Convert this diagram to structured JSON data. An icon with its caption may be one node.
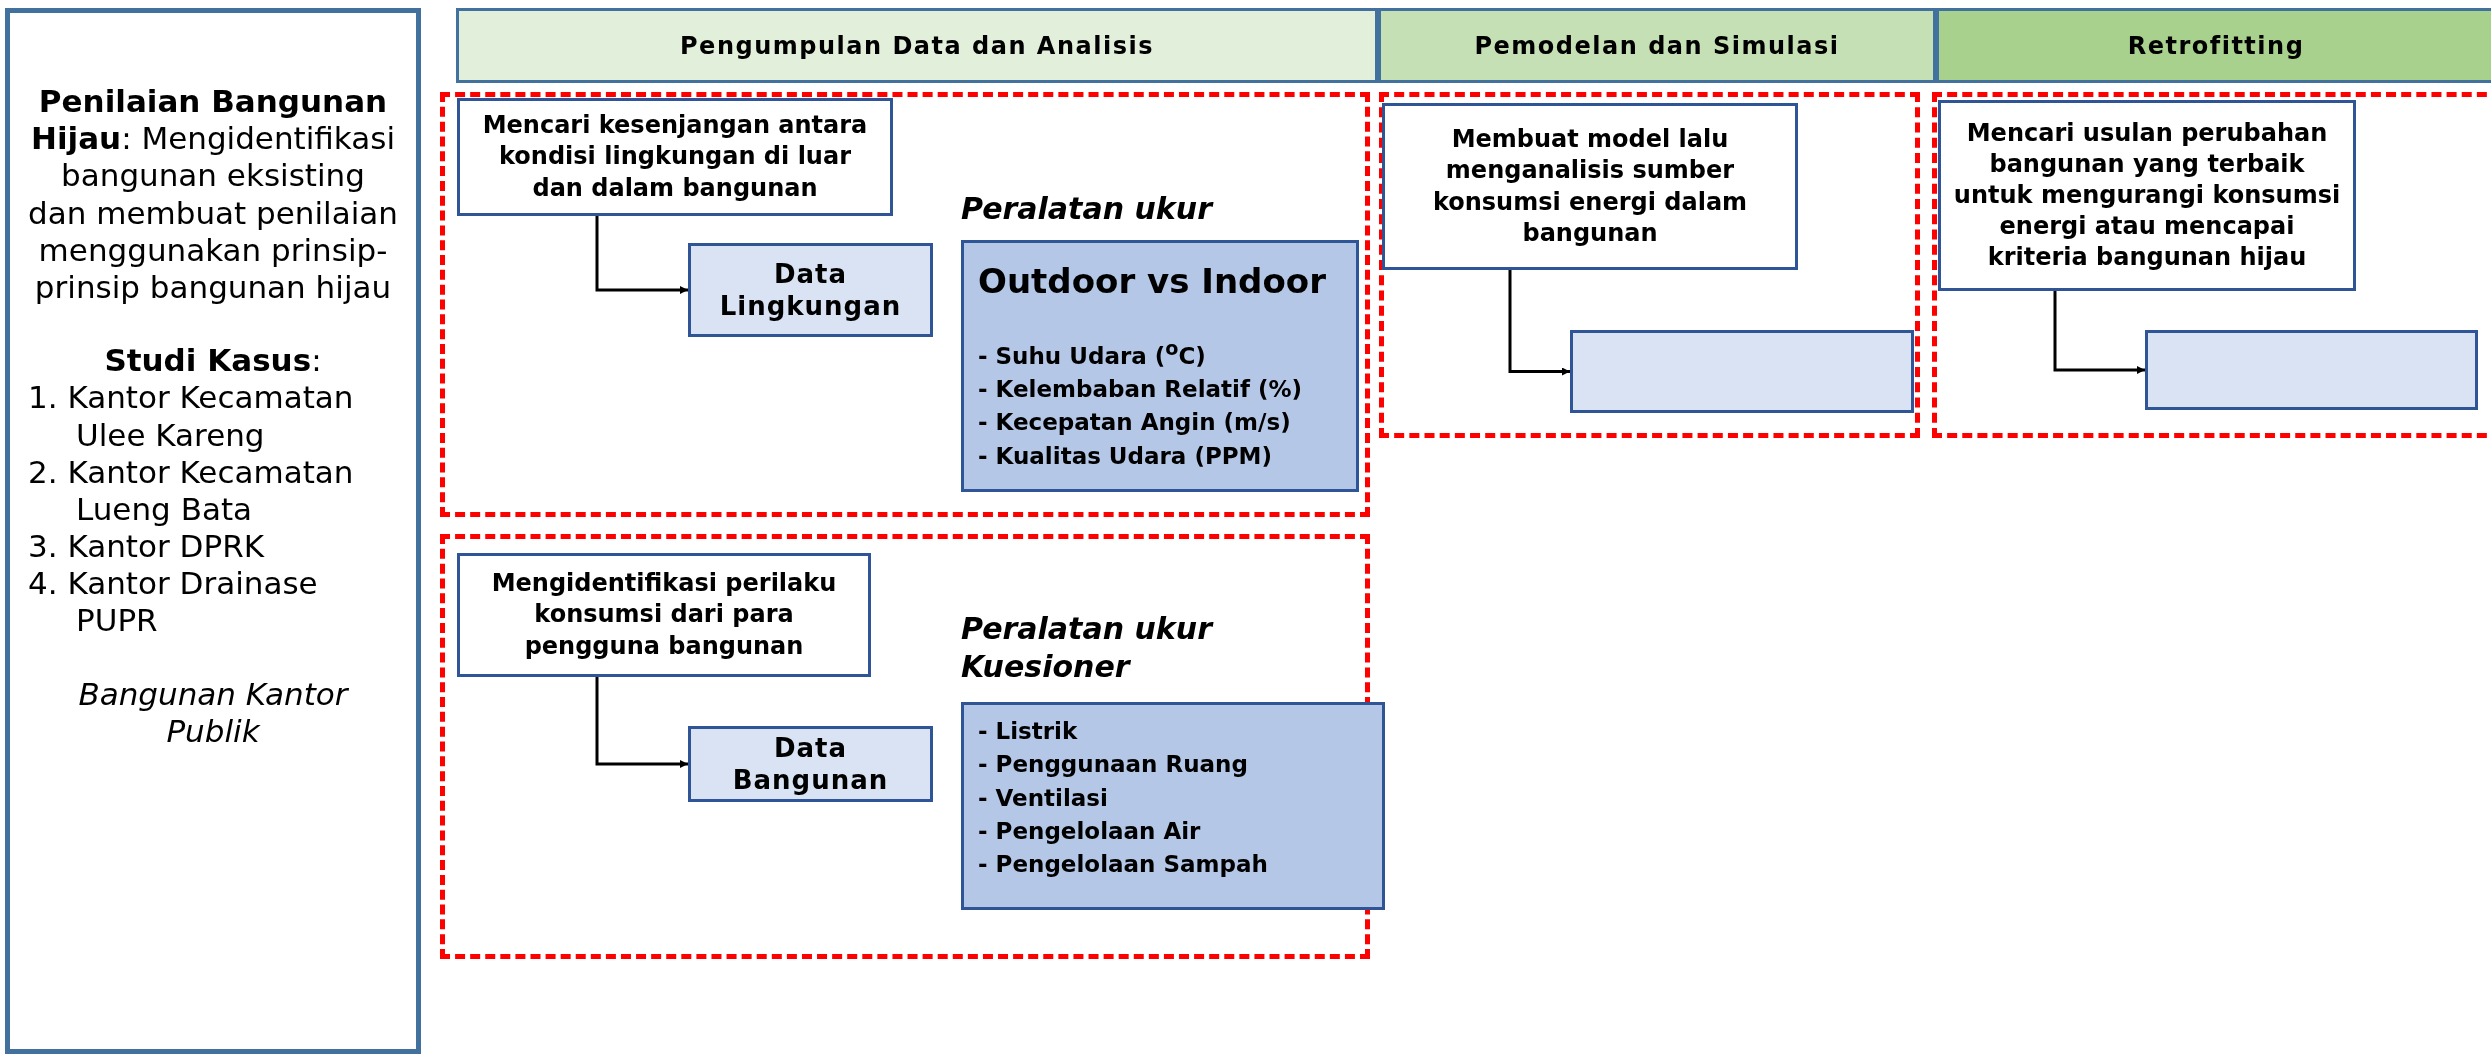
{
  "diagram": {
    "nodes": [
      {
        "text": [
          "**Penilaian Bangunan Hijau**: Mengidentifikasi bangunan eksisting dan membuat penilaian menggunakan prinsip-prinsip bangunan hijau",
          "**Studi Kasus**:",
          "1. Kantor Kecamatan Ulee Kareng",
          "2. Kantor Kecamatan Lueng Bata",
          "3. Kantor DPRK",
          "4. Kantor Drainase PUPR",
          "Bangunan Kantor Publik"
        ]
      },
      {
        "text": [
          "Pengumpulan Data dan Analisis"
        ]
      },
      {
        "text": [
          "Pemodelan dan Simulasi"
        ]
      },
      {
        "text": [
          "Retrofitting"
        ]
      },
      {
        "text": [],
        "shape": "box"
      },
      {
        "text": [
          "Mencari kesenjangan antara kondisi lingkungan di luar dan dalam bangunan"
        ],
        "in": 4
      },
      {
        "text": [
          "Data Lingkungan"
        ],
        "in": 4
      },
      {
        "text": [
          "Peralatan ukur",
          "Outdoor vs Indoor",
          "- Suhu Udara ($^{o}$C)",
          "- Kelembaban Relatif (%)",
          "- Kecepatan Angin (m/s)",
          "- Kualitas Udara (PPM)"
        ],
        "in": 4
      },
      {
        "text": [],
        "shape": "box"
      },
      {
        "text": [
          "Mengidentifikasi perilaku konsumsi dari para pengguna bangunan"
        ],
        "in": 8
      },
      {
        "text": [
          "Data Bangunan"
        ],
        "in": 8
      },
      {
        "text": [
          "Peralatan ukur Kuesioner",
          "- Listrik",
          "- Penggunaan Ruang",
          "- Ventilasi",
          "- Pengelolaan Air",
          "- Pengelolaan Sampah"
        ],
        "in": 8
      },
      {
        "text": [],
        "shape": "box"
      },
      {
        "text": [
          "Membuat model lalu menganalisis sumber konsumsi energi dalam bangunan"
        ],
        "in": 12
      },
      {
        "text": [],
        "shape": "box",
        "in": 12
      },
      {
        "text": [],
        "shape": "box"
      },
      {
        "text": [
          "Mencari usulan perubahan bangunan yang terbaik untuk mengurangi konsumsi energi atau mencapai kriteria bangunan hijau"
        ],
        "in": 15
      },
      {
        "text": [],
        "shape": "box",
        "in": 15
      }
    ],
    "edges": [
      {
        "from": 5,
        "to": 6,
        "arrow": "to"
      },
      {
        "from": 9,
        "to": 10,
        "arrow": "to"
      },
      {
        "from": 13,
        "to": 14,
        "arrow": "to"
      },
      {
        "from": 16,
        "to": 17,
        "arrow": "to"
      }
    ]
  }
}
